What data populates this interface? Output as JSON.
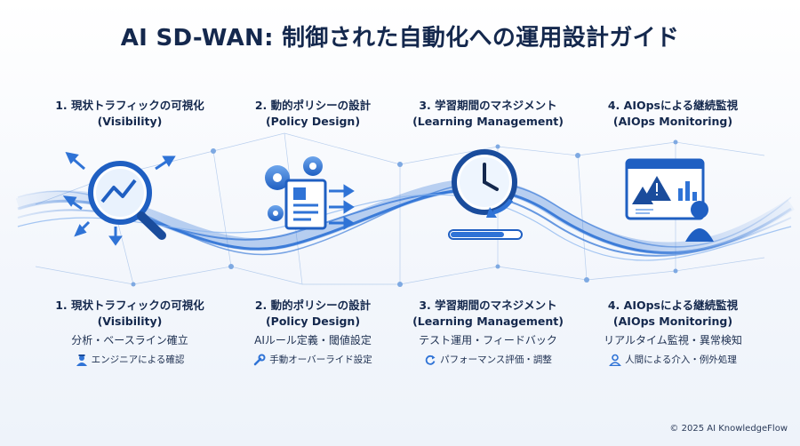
{
  "title": "AI SD-WAN: 制御された自動化への運用設計ガイド",
  "steps": [
    {
      "title": "1. 現状トラフィックの可視化",
      "subtitle": "(Visibility)",
      "desc": "分析・ベースライン確立",
      "role": "エンジニアによる確認",
      "icon": "magnifier-chart-icon",
      "role_icon": "engineer-icon"
    },
    {
      "title": "2. 動的ポリシーの設計",
      "subtitle": "(Policy Design)",
      "desc": "AIルール定義・閾値設定",
      "role": "手動オーバーライド設定",
      "icon": "gears-document-icon",
      "role_icon": "wrench-icon"
    },
    {
      "title": "3. 学習期間のマネジメント",
      "subtitle": "(Learning Management)",
      "desc": "テスト運用・フィードバック",
      "role": "パフォーマンス評価・調整",
      "icon": "clock-progress-icon",
      "role_icon": "refresh-icon"
    },
    {
      "title": "4. AIOpsによる継続監視",
      "subtitle": "(AIOps Monitoring)",
      "desc": "リアルタイム監視・異常検知",
      "role": "人間による介入・例外処理",
      "icon": "monitor-alert-icon",
      "role_icon": "person-icon"
    }
  ],
  "copyright": "© 2025 AI KnowledgeFlow",
  "colors": {
    "navy": "#14284d",
    "blue": "#2f73d6",
    "light_blue": "#8fb8ef",
    "accent": "#1b5fc4"
  }
}
